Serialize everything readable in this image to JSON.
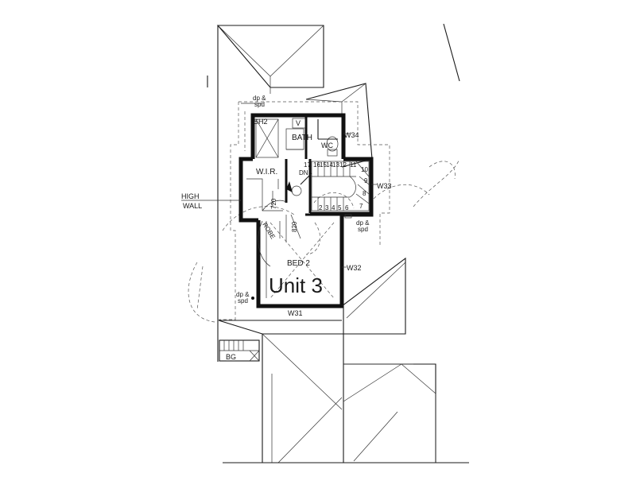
{
  "plan": {
    "unit_title": "Unit 3",
    "rooms": {
      "bath": "BATH",
      "wc": "WC",
      "wir": "W.I.R.",
      "bed": "BED 2",
      "v": "V"
    },
    "windows": {
      "w34": "W34",
      "w33": "W33",
      "w32": "W32",
      "w31": "W31"
    },
    "stair": {
      "dn": "DN",
      "top_treads": [
        "17",
        "16",
        "15",
        "14",
        "13",
        "12",
        "11"
      ],
      "right_treads": [
        "10",
        "9",
        "8"
      ],
      "bottom_treads": [
        "2",
        "3",
        "4",
        "5",
        "6"
      ],
      "right_bottom": "7"
    },
    "labels": {
      "dp_spd": "dp &",
      "spd": "spd",
      "sh2": "SH2",
      "high": "HIGH",
      "wall": "WALL",
      "bg": "BG",
      "robe": "ROBE",
      "dim_720": "720",
      "dim_820": "820"
    }
  }
}
